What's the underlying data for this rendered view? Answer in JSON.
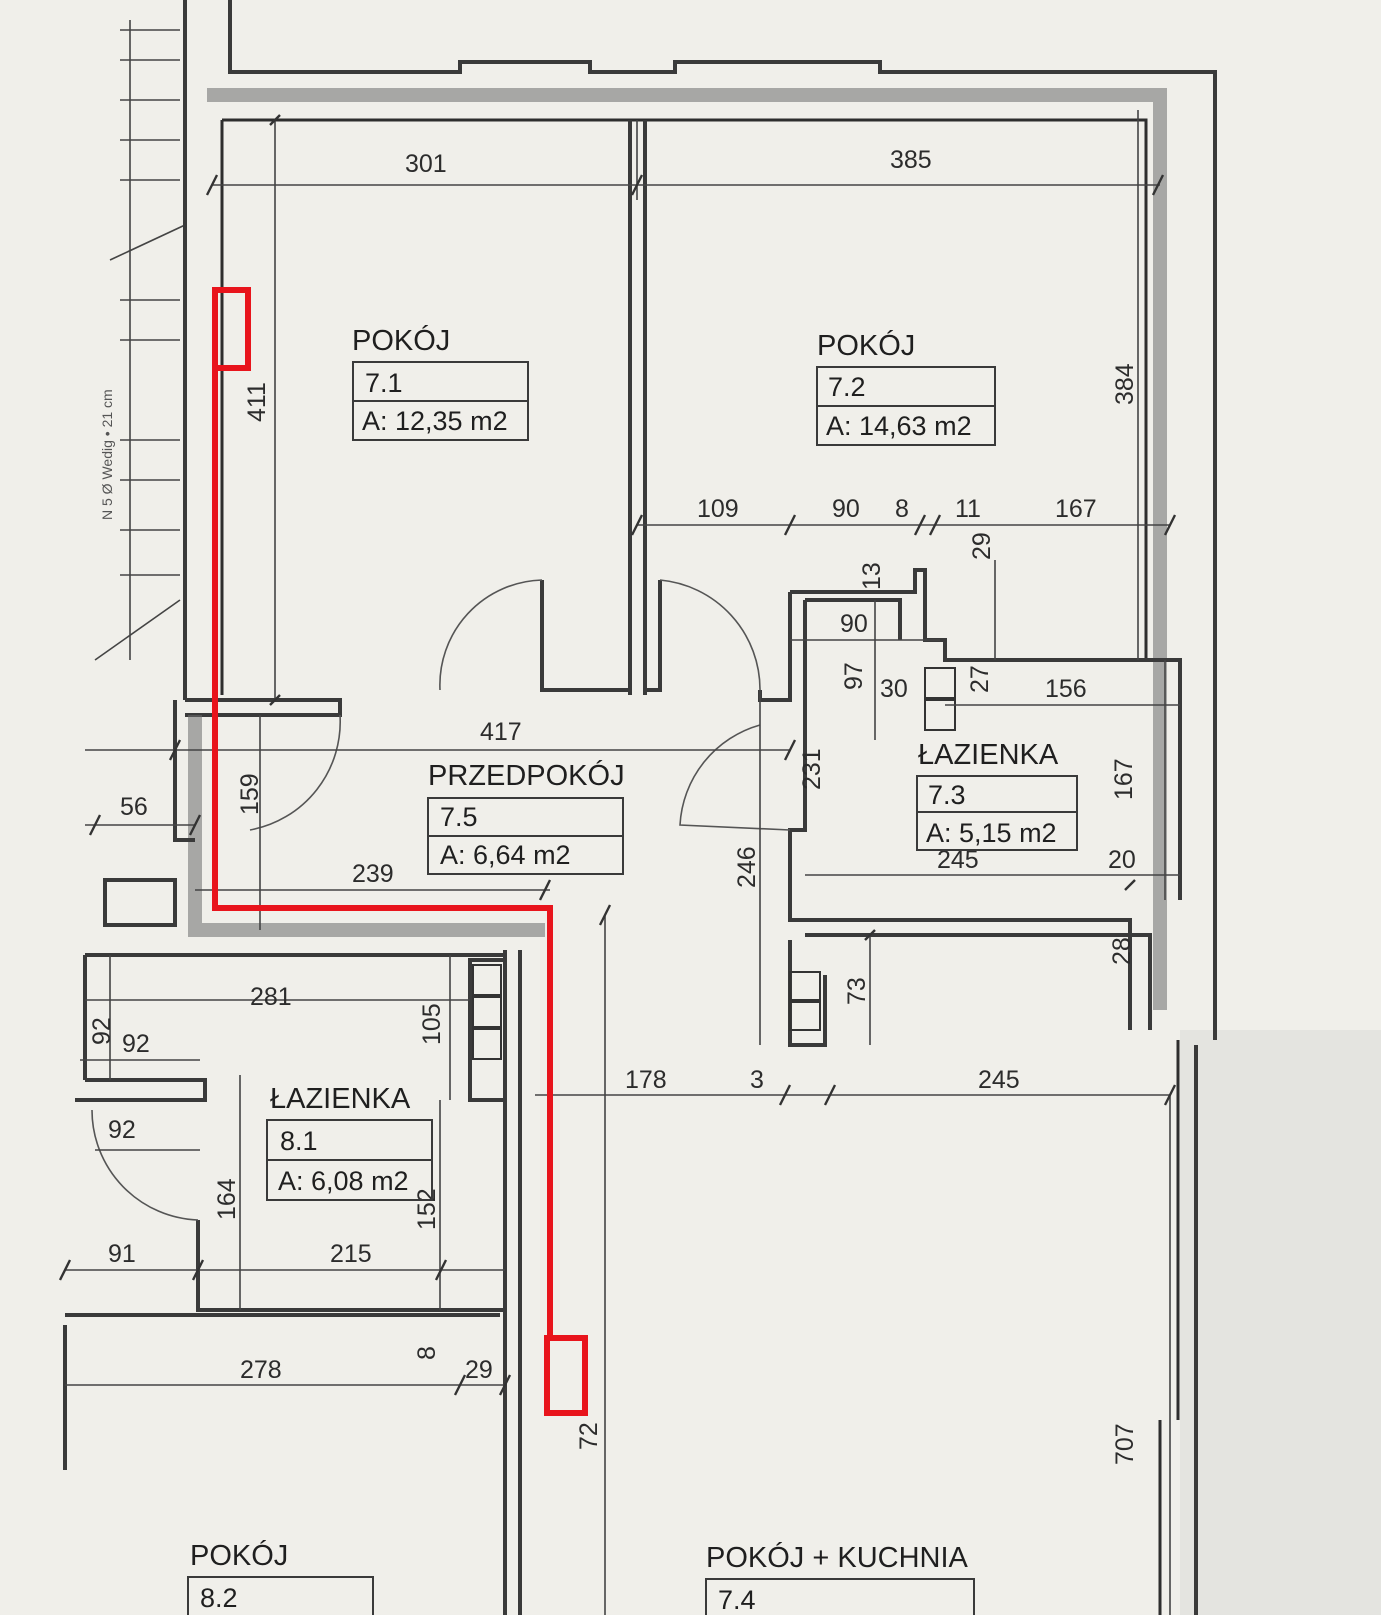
{
  "rooms": {
    "r71": {
      "name": "POKÓJ",
      "number": "7.1",
      "area": "A: 12,35 m2"
    },
    "r72": {
      "name": "POKÓJ",
      "number": "7.2",
      "area": "A: 14,63 m2"
    },
    "r75": {
      "name": "PRZEDPOKÓJ",
      "number": "7.5",
      "area": "A: 6,64 m2"
    },
    "r73": {
      "name": "ŁAZIENKA",
      "number": "7.3",
      "area": "A: 5,15 m2"
    },
    "r81": {
      "name": "ŁAZIENKA",
      "number": "8.1",
      "area": "A: 6,08 m2"
    },
    "r82": {
      "name": "POKÓJ",
      "number": "8.2"
    },
    "r74": {
      "name": "POKÓJ + KUCHNIA",
      "number": "7.4"
    }
  },
  "dimensions": {
    "d301": "301",
    "d385": "385",
    "d411": "411",
    "d384": "384",
    "d109": "109",
    "d90a": "90",
    "d8a": "8",
    "d11": "11",
    "d167a": "167",
    "d29a": "29",
    "d13": "13",
    "d90b": "90",
    "d97": "97",
    "d30": "30",
    "d27": "27",
    "d156": "156",
    "d417": "417",
    "d231": "231",
    "d167b": "167",
    "d56": "56",
    "d159": "159",
    "d239": "239",
    "d245a": "245",
    "d20": "20",
    "d246": "246",
    "d28": "28",
    "d73": "73",
    "d281": "281",
    "d105": "105",
    "d92a": "92",
    "d92b": "92",
    "d92c": "92",
    "d178": "178",
    "d3": "3",
    "d245b": "245",
    "d164": "164",
    "d152": "152",
    "d91": "91",
    "d215": "215",
    "d278": "278",
    "d8b": "8",
    "d29b": "29",
    "d72": "72",
    "d707": "707"
  },
  "margin_annotation": "N 5 Ø Wedig • 21 cm",
  "accent_color": "#e8141c"
}
